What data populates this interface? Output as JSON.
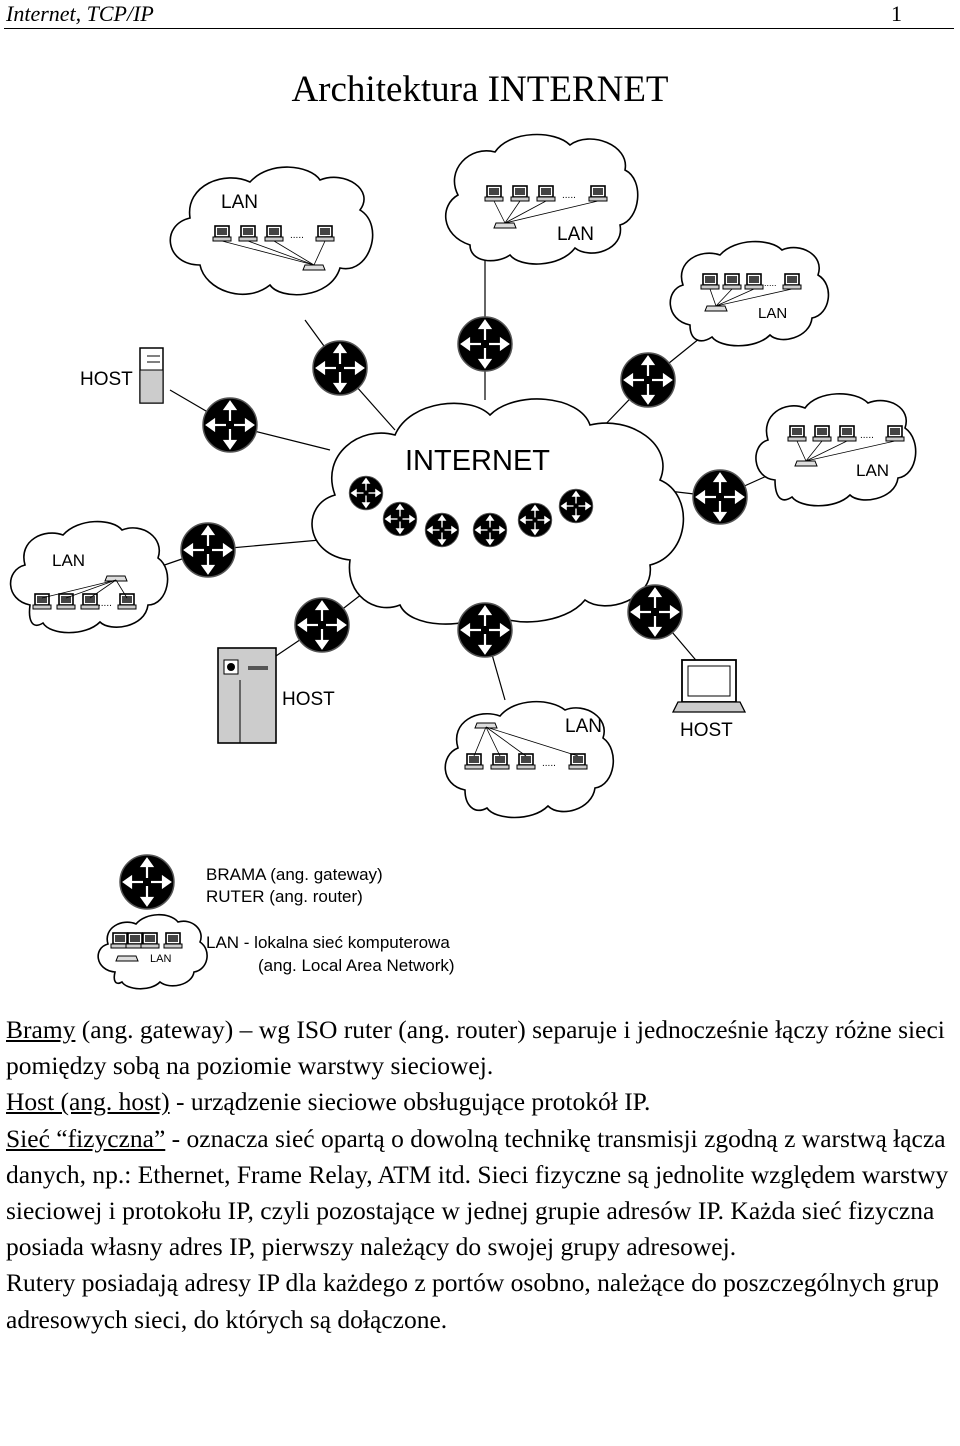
{
  "header": {
    "left": "Internet, TCP/IP",
    "page_number": "1"
  },
  "title": "Architektura INTERNET",
  "diagram": {
    "center_label": "INTERNET",
    "lan_label": "LAN",
    "host_label": "HOST",
    "legend": {
      "router_line1": "BRAMA (ang. gateway)",
      "router_line2": "RUTER (ang. router)",
      "lan_line1": "LAN - lokalna sieć komputerowa",
      "lan_line2": "(ang. Local Area Network)"
    }
  },
  "body": {
    "p1": {
      "t1": "Bramy",
      "t2": " (ang. gateway) – wg ISO ruter (ang. router) separuje i jednocześnie łączy różne sieci pomiędzy sobą na poziomie warstwy sieciowej."
    },
    "p2": {
      "t1": "Host (ang. host)",
      "t2": " - urządzenie sieciowe obsługujące protokół IP."
    },
    "p3": {
      "t1": "Sieć “fizyczna”",
      "t2": " - oznacza sieć opartą o dowolną technikę transmisji zgodną z warstwą łącza danych, np.: Ethernet, Frame Relay, ATM itd. Sieci fizyczne są jednolite względem warstwy sieciowej i protokołu IP, czyli pozostające w jednej grupie adresów IP. Każda sieć fizyczna posiada własny adres IP, pierwszy należący do swojej grupy adresowej."
    },
    "p4": "Rutery posiadają adresy IP dla każdego z portów osobno, należące do poszczególnych grup adresowych sieci, do których są dołączone."
  }
}
